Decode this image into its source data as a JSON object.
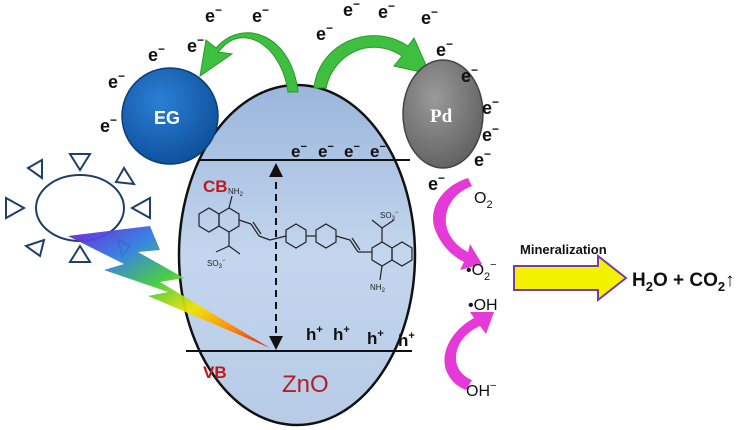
{
  "electron": "e",
  "electron_sup": "−",
  "hole": "h",
  "hole_sup": "+",
  "eg_label": "EG",
  "pd_label": "Pd",
  "cb_label": "CB",
  "vb_label": "VB",
  "zno_label": "ZnO",
  "o2_main": "O",
  "o2_sub": "2",
  "superoxide_main": "•O",
  "superoxide_sub": "2",
  "superoxide_sup": "−",
  "hydroxyl_radical": "•OH",
  "hydroxide_main": "OH",
  "hydroxide_sup": "−",
  "mineralization_label": "Mineralization",
  "product_h2o": "H",
  "product_h2o_sub": "2",
  "product_h2o_tail": "O + CO",
  "product_co2_sub": "2",
  "product_arrow": "↑",
  "nh2": "NH",
  "nh2_sub": "2",
  "so3": "SO",
  "so3_sub": "3",
  "so3_sup": "−",
  "colors": {
    "eg": "#1565b8",
    "pd": "#7a7a7a",
    "zno_fill": "#b9cde8",
    "cb_vb_text": "#c0181f",
    "magenta_arrow": "#e63ad8",
    "green_arrow": "#3fbf3f",
    "mineral_arrow": "#f2f200",
    "sun": "#1f3f6b"
  }
}
